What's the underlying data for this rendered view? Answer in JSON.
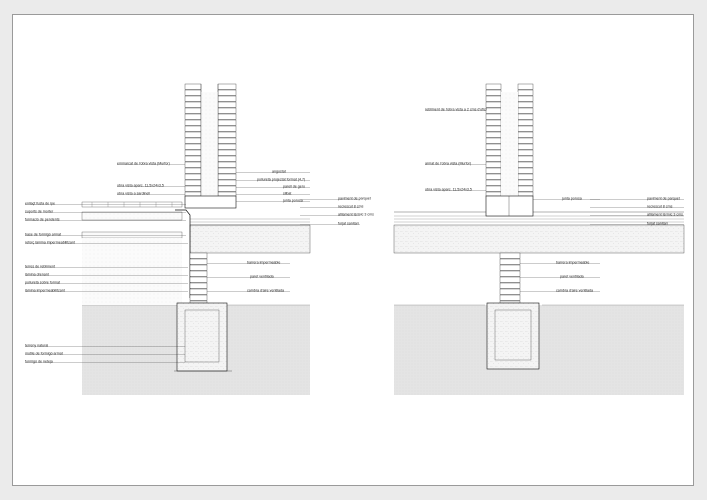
{
  "colors": {
    "paper": "#ffffff",
    "background": "#ebebeb",
    "line": "#222222",
    "soil_fill": "#e6e6e6",
    "concrete_fill": "#f3f3f3",
    "brick_fill": "#ffffff"
  },
  "left_detail": {
    "labels_left": [
      "emmarcat de l'obra vista (Murfor)",
      "obra vista aparc. 11,5x24x3,5",
      "obra vista a sardinell",
      "enllaçt fusta de ipe",
      "suports de morter",
      "formació de pendents",
      "base de formigó armat",
      "reforç làmina impermeabilitzant",
      "terres de rebliment",
      "làmina drenant",
      "poliuretà sobre format",
      "làmina impermeabilitzant",
      "terreny natural",
      "motlle de formigó armat",
      "formigó de neteja"
    ],
    "labels_right": [
      "angostat",
      "poliuretà projectat format (4,7)",
      "parell de gero",
      "silbat",
      "junta porosa",
      "paviment de parquet",
      "recrescut 8 cms",
      "aïllament tèrmic 3 cms",
      "forjat sanitari",
      "barrera impermeable",
      "paret ventilada",
      "cambra d'aire ventilada"
    ]
  },
  "right_detail": {
    "labels_left": [
      "rebliment de l'obra vista a 2 cms d'ofici",
      "armat de l'obra vista (Murfor)",
      "obra vista aparc. 11,5x24x3,5"
    ],
    "labels_right": [
      "junta porosa",
      "paviment de parquet",
      "recrescut 8 cms",
      "aïllament tèrmic 3 cms",
      "forjat sanitari",
      "barrera impermeable",
      "paret ventilada",
      "cambra d'aire ventilada"
    ]
  }
}
